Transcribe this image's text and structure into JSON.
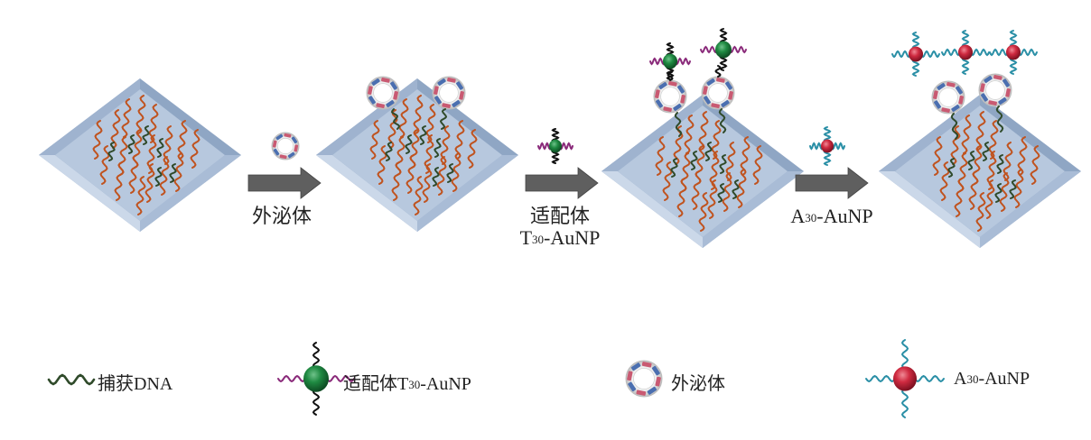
{
  "diagram": {
    "type": "process-flow",
    "panels": [
      {
        "id": "chip-capture",
        "description": "chip with capture DNA",
        "bound_exosomes": 0,
        "bound_aptamer_particles": 0,
        "bound_a30_particles": 0
      },
      {
        "id": "chip-exosome",
        "description": "chip with captured exosomes",
        "bound_exosomes": 2,
        "bound_aptamer_particles": 0,
        "bound_a30_particles": 0
      },
      {
        "id": "chip-aptamer",
        "description": "exosomes labeled with aptamer T30-AuNP",
        "bound_exosomes": 2,
        "bound_aptamer_particles": 2,
        "bound_a30_particles": 0
      },
      {
        "id": "chip-a30",
        "description": "A30-AuNP hybridization network",
        "bound_exosomes": 2,
        "bound_aptamer_particles": 0,
        "bound_a30_particles": 3
      }
    ],
    "arrows": [
      {
        "id": "step-1",
        "icon": "exosome-icon",
        "label_lines": [
          "外泌体"
        ]
      },
      {
        "id": "step-2",
        "icon": "aptamer-t30-aunp-icon",
        "label_lines": [
          "适配体",
          "T30-AuNP"
        ],
        "label_rich": {
          "prefix": "T",
          "sub": "30",
          "suffix": "-AuNP"
        }
      },
      {
        "id": "step-3",
        "icon": "a30-aunp-icon",
        "label_lines": [
          "A30-AuNP"
        ],
        "label_rich": {
          "prefix": "A",
          "sub": "30",
          "suffix": "-AuNP"
        }
      }
    ]
  },
  "legend": [
    {
      "icon": "capture-dna-icon",
      "label": "捕获DNA"
    },
    {
      "icon": "aptamer-t30-aunp-icon",
      "label_prefix": "适配体T",
      "label_sub": "30",
      "label_suffix": "-AuNP"
    },
    {
      "icon": "exosome-icon",
      "label": "外泌体"
    },
    {
      "icon": "a30-aunp-icon",
      "label_prefix": "A",
      "label_sub": "30",
      "label_suffix": "-AuNP"
    }
  ],
  "colors": {
    "chip_top": "#b7c8de",
    "chip_bevel_light": "#cbd8e9",
    "chip_bevel_dark": "#8fa6c4",
    "probe_dna": "#c0531f",
    "capture_dna": "#2f4a2a",
    "aptamer_strand": "#8a2a7a",
    "green_particle": "#1f7a3a",
    "red_particle": "#c8283c",
    "a30_strand": "#2a8fa6",
    "arrow": "#5f5f5f",
    "exosome_ring": "#d9d9d9",
    "exosome_pink": "#c95a72",
    "exosome_blue": "#4b6fb0"
  }
}
